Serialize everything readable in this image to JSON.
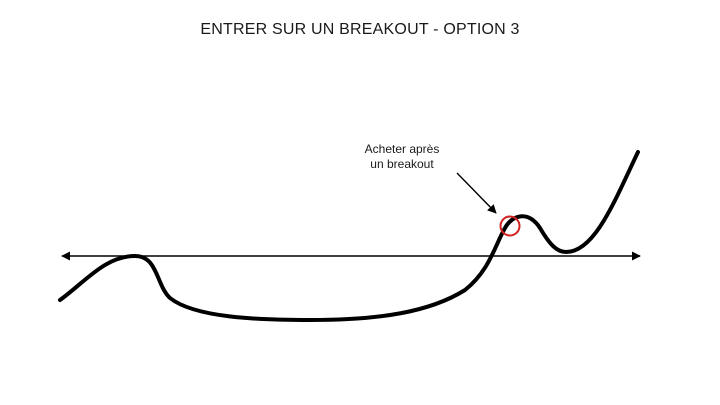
{
  "title": "ENTRER SUR UN BREAKOUT - OPTION 3",
  "annotation": {
    "line1": "Acheter après",
    "line2": "un breakout"
  },
  "colors": {
    "stroke": "#000000",
    "highlight_circle": "#d42020",
    "text": "#1a1a1a",
    "background": "#ffffff"
  },
  "icons": {
    "resistance_line": "double-headed-arrow",
    "pointer": "arrow",
    "entry_marker": "red-circle"
  }
}
